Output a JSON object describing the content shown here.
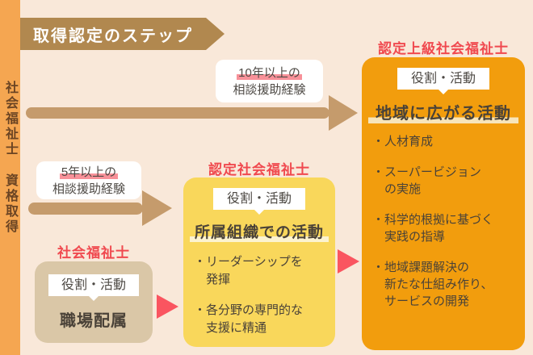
{
  "banner": {
    "title": "取得認定のステップ"
  },
  "sidebar": {
    "vertical_label": "社会福祉士 資格取得"
  },
  "arrows": {
    "ten_year": {
      "line1": "10年以上の",
      "line2": "相談援助経験"
    },
    "five_year": {
      "line1": "5年以上の",
      "line2": "相談援助経験"
    }
  },
  "stages": [
    {
      "title": "社会福祉士",
      "tag": "役割・活動",
      "heading": "職場配属",
      "bullets": []
    },
    {
      "title": "認定社会福祉士",
      "tag": "役割・活動",
      "heading": "所属組織での活動",
      "bullets": [
        "・リーダーシップを\n発揮",
        "・各分野の専門的な\n支援に精通"
      ]
    },
    {
      "title": "認定上級社会福祉士",
      "tag": "役割・活動",
      "heading": "地域に広がる活動",
      "bullets": [
        "・人材育成",
        "・スーパービジョン\nの実施",
        "・科学的根拠に基づく\n実践の指導",
        "・地域課題解決の\n新たな仕組み作り、\nサービスの開発"
      ]
    }
  ],
  "colors": {
    "bg": "#F9E8D9",
    "strip": "#F5A651",
    "strip_text": "#6B4423",
    "banner": "#B1884F",
    "arrow_tan": "#C59B6C",
    "red": "#F0494F",
    "pink_tri": "#FA5560",
    "pink_hl": "#F89199",
    "beige": "#DAC7A7",
    "yellow": "#F9D75B",
    "orange": "#F29D0D",
    "cream_yellow": "#FCF3D0",
    "cream_orange": "#F7E5BB",
    "label_text": "#4E4A45",
    "text_dark": "#4A4238"
  }
}
